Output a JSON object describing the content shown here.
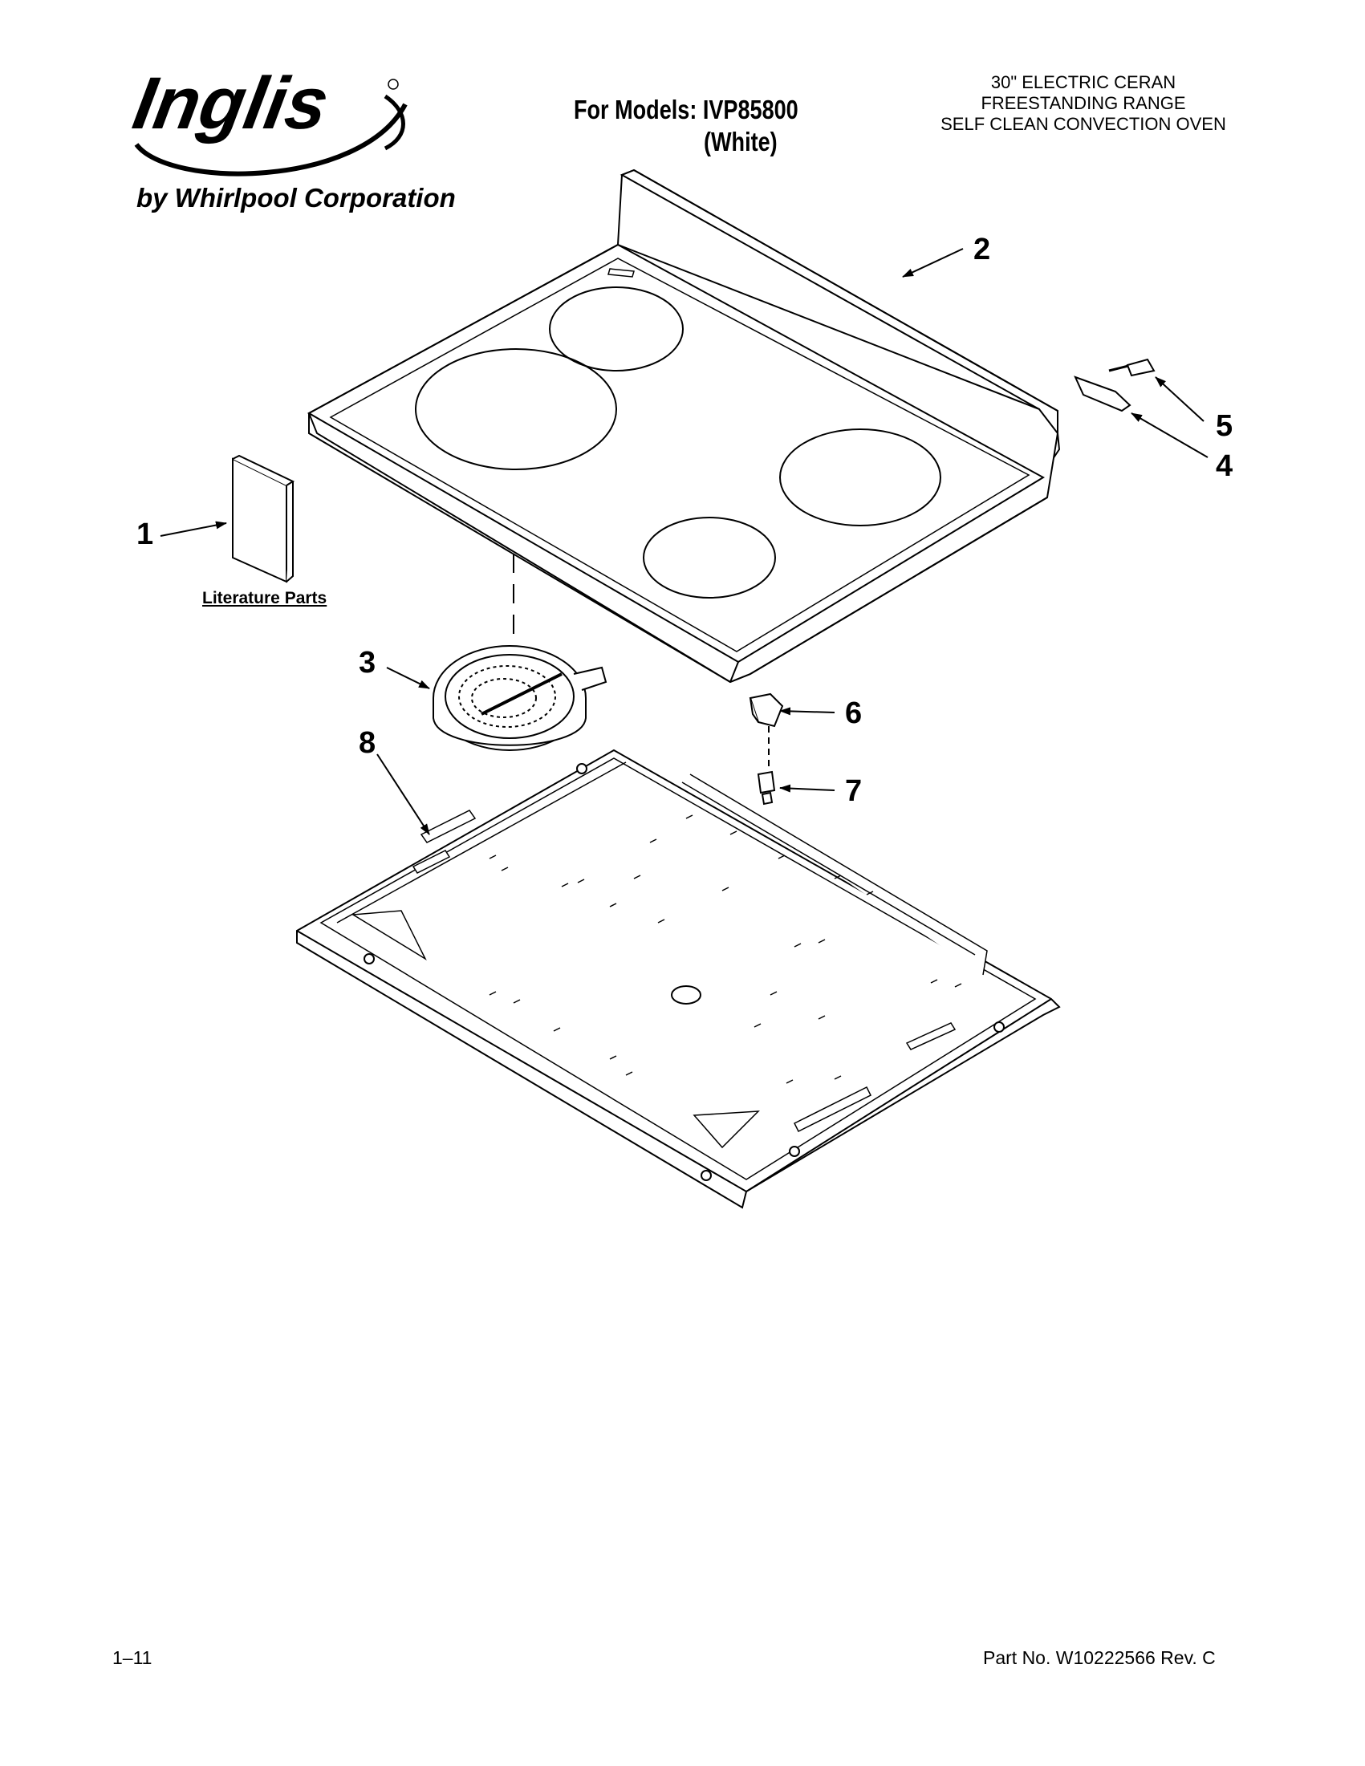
{
  "header": {
    "brand_name": "Inglis",
    "brand_tagline": "by Whirlpool Corporation",
    "models_line1": "For Models: IVP85800",
    "models_line2": "(White)",
    "description": [
      "30\" ELECTRIC CERAN",
      "FREESTANDING RANGE",
      "SELF CLEAN CONVECTION OVEN"
    ]
  },
  "diagram": {
    "callouts": [
      {
        "id": "1",
        "label": "1"
      },
      {
        "id": "2",
        "label": "2"
      },
      {
        "id": "3",
        "label": "3"
      },
      {
        "id": "4",
        "label": "4"
      },
      {
        "id": "5",
        "label": "5"
      },
      {
        "id": "6",
        "label": "6"
      },
      {
        "id": "7",
        "label": "7"
      },
      {
        "id": "8",
        "label": "8"
      }
    ],
    "literature_label": "Literature Parts"
  },
  "footer": {
    "page_number": "1–11",
    "part_number": "Part No. W10222566 Rev. C"
  }
}
